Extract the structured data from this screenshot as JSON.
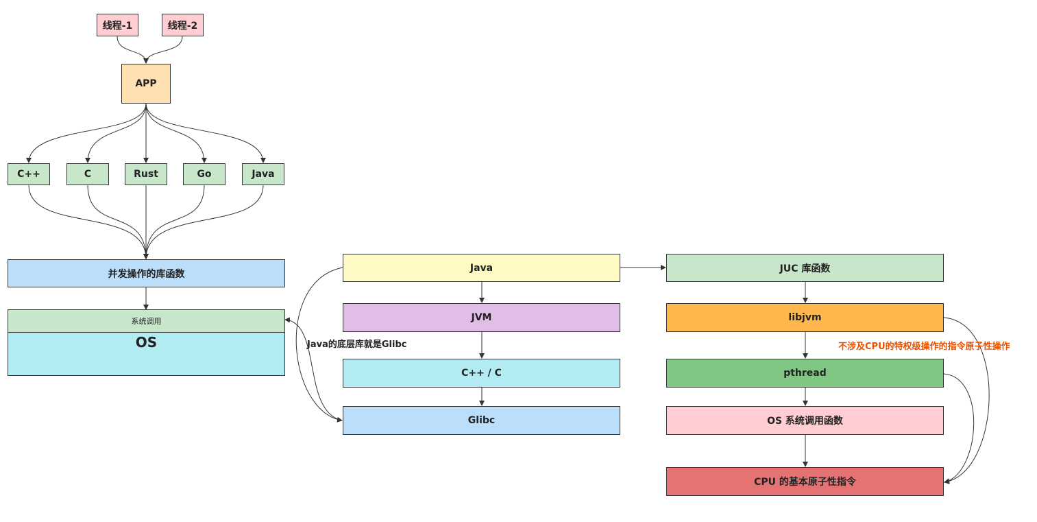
{
  "left": {
    "thread1": "线程-1",
    "thread2": "线程-2",
    "app": "APP",
    "langs": [
      "C++",
      "C",
      "Rust",
      "Go",
      "Java"
    ],
    "lib": "并发操作的库函数",
    "syscall": "系统调用",
    "os": "OS"
  },
  "middle": {
    "java": "Java",
    "jvm": "JVM",
    "cpp": "C++ / C",
    "glibc": "Glibc",
    "note": "Java的底层库就是Glibc"
  },
  "right": {
    "juc": "JUC 库函数",
    "libjvm": "libjvm",
    "pthread": "pthread",
    "syscall": "OS 系统调用函数",
    "cpu": "CPU 的基本原子性指令",
    "note": "不涉及CPU的特权级操作的指令原子性操作"
  },
  "colors": {
    "pink": "#ffcdd2",
    "orange_light": "#ffe0b2",
    "green_light": "#c8e6c9",
    "blue_light": "#bbdefb",
    "cyan": "#b2ebf2",
    "yellow": "#fff9c4",
    "purple": "#e1bee7",
    "orange": "#ffb74d",
    "green": "#81c784",
    "red": "#e57373",
    "note_orange": "#e65100"
  }
}
